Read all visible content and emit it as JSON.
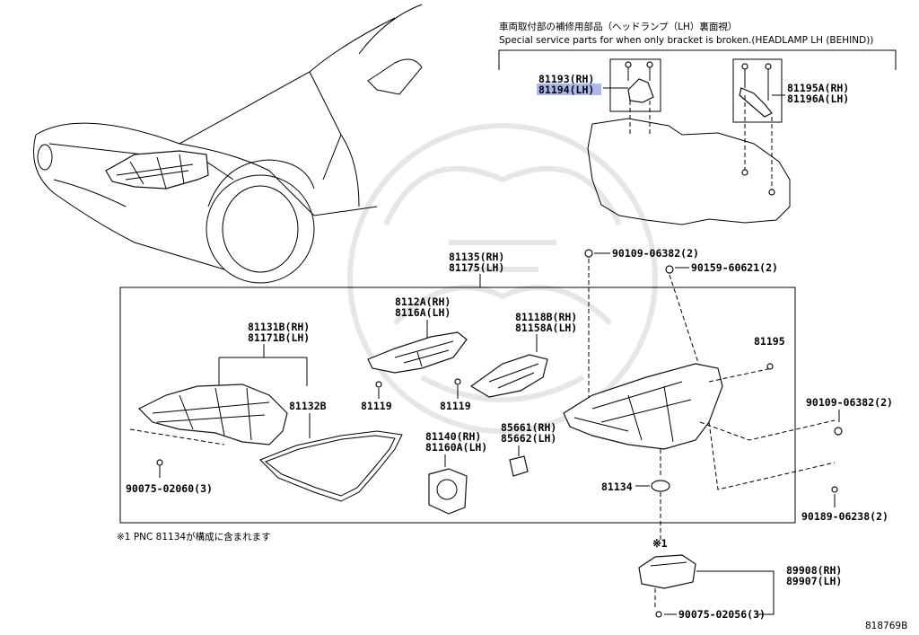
{
  "header": {
    "title_jp": "車両取付部の補修用部品（ヘッドランプ（LH）裏面視）",
    "title_en": "Special service parts for when only bracket is broken.(HEADLAMP LH (BEHIND))"
  },
  "labels": {
    "p81193": "81193(RH)",
    "p81194": "81194(LH)",
    "p81195A": "81195A(RH)",
    "p81196A": "81196A(LH)",
    "p90109_top": "90109-06382(2)",
    "p90159": "90159-60621(2)",
    "p81135": "81135(RH)",
    "p81175": "81175(LH)",
    "p8112A": "8112A(RH)",
    "p8116A": "8116A(LH)",
    "p81118B": "81118B(RH)",
    "p81158A": "81158A(LH)",
    "p81131B": "81131B(RH)",
    "p81171B": "81171B(LH)",
    "p81132B": "81132B",
    "p81119a": "81119",
    "p81119b": "81119",
    "p81195": "81195",
    "p90109_right": "90109-06382(2)",
    "p85661": "85661(RH)",
    "p85662": "85662(LH)",
    "p81140": "81140(RH)",
    "p81160A": "81160A(LH)",
    "p81134": "81134",
    "p90075_left": "90075-02060(3)",
    "p90189": "90189-06238(2)",
    "p89908": "89908(RH)",
    "p89907": "89907(LH)",
    "p90075_bottom": "90075-02056(3)",
    "note_mark": "※1",
    "footnote": "※1 PNC 81134が構成に含まれます",
    "ref_code": "818769B"
  },
  "colors": {
    "highlight": "#aab8ee",
    "line": "#000000",
    "watermark": "#e6e6e6"
  }
}
